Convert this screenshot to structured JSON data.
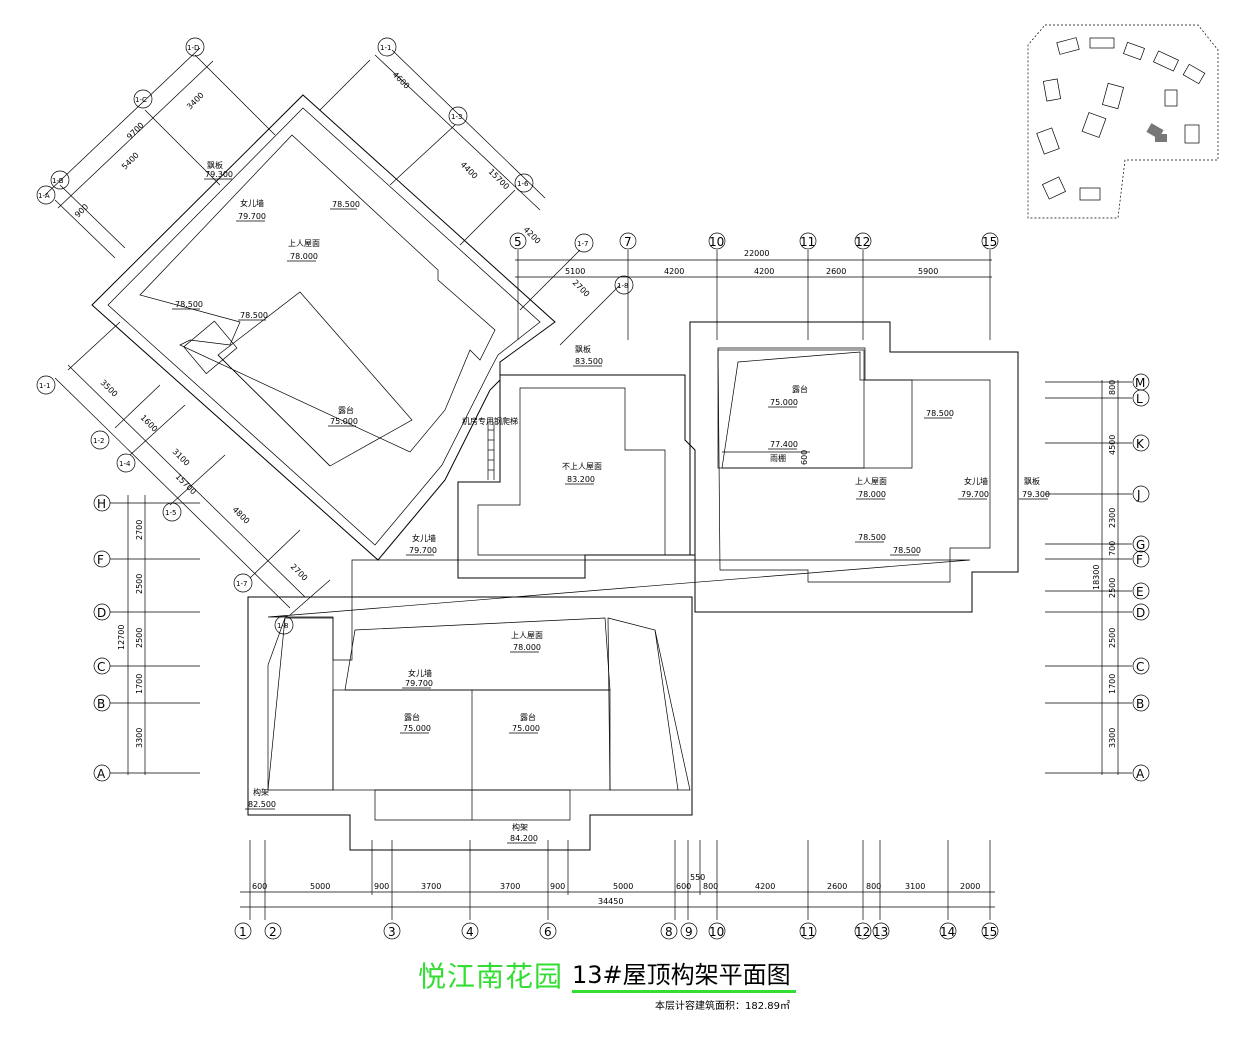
{
  "title": {
    "project": "悦江南花园",
    "drawing": "13#屋顶构架平面图",
    "area_note": "本层计容建筑面积：182.89㎡"
  },
  "colors": {
    "accent": "#33dd33",
    "line": "#000000"
  },
  "bottom_axes": [
    "1",
    "2",
    "3",
    "4",
    "6",
    "8",
    "9",
    "10",
    "11",
    "12",
    "13",
    "14",
    "15"
  ],
  "bottom_dims": [
    "600",
    "5000",
    "900",
    "3700",
    "3700",
    "900",
    "5000",
    "600",
    "550",
    "800",
    "4200",
    "2600",
    "800",
    "3100",
    "2000"
  ],
  "bottom_total": "34450",
  "top_axes": [
    "5",
    "7",
    "10",
    "11",
    "12",
    "15"
  ],
  "top_dims": [
    "5100",
    "4200",
    "4200",
    "2600",
    "5900"
  ],
  "top_total": "22000",
  "left_axes": [
    "H",
    "F",
    "D",
    "C",
    "B",
    "A"
  ],
  "left_dims": [
    "2700",
    "2500",
    "2500",
    "1700",
    "3300"
  ],
  "left_total": "12700",
  "right_axes": [
    "M",
    "L",
    "K",
    "J",
    "G",
    "F",
    "E",
    "D",
    "C",
    "B",
    "A"
  ],
  "right_dims": [
    "800",
    "4500",
    "2300",
    "700",
    "2500",
    "2500",
    "1700",
    "3300"
  ],
  "right_total": "18300",
  "rot_axes_top": [
    "1-D",
    "1-C",
    "1-B",
    "1-A",
    "1-1",
    "1-3",
    "1-6",
    "1-7",
    "1-8"
  ],
  "rot_dims_top": [
    "3400",
    "9700",
    "5400",
    "900",
    "4600",
    "4400",
    "15700",
    "4200",
    "2700"
  ],
  "rot_axes_left": [
    "1-1",
    "1-2",
    "1-4",
    "1-5",
    "1-7",
    "1-8"
  ],
  "rot_dims_left": [
    "3500",
    "1600",
    "3100",
    "15700",
    "4800",
    "2700"
  ],
  "labels": {
    "piaoban": "飘板",
    "nverqiang": "女儿墙",
    "shangren": "上人屋面",
    "buren": "不上人屋面",
    "lutai": "露台",
    "goujia": "构架",
    "jifang": "机房专用钢爬梯",
    "yupeng": "雨棚"
  },
  "elevations": {
    "e79300": "79.300",
    "e79700": "79.700",
    "e78500": "78.500",
    "e78000": "78.000",
    "e75000": "75.000",
    "e83500": "83.500",
    "e83200": "83.200",
    "e77400": "77.400",
    "e82500": "82.500",
    "e84200": "84.200",
    "e600": "600"
  }
}
